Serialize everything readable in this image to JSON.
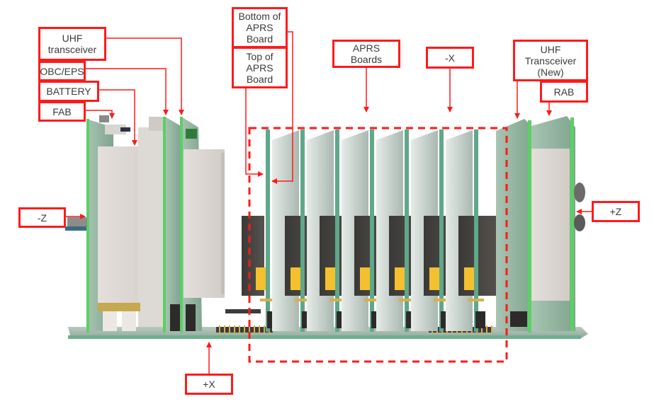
{
  "diagram": {
    "title": "",
    "colors": {
      "annotation": "#ff1a1a",
      "pcb_edge": "#5ccf66",
      "pcb_face": "#8fb59a",
      "aprs_board_edge": "#5fa88a",
      "module_case": "#dcd6d0",
      "connector_block": "#4d4a48",
      "sma_connector": "#f5c030",
      "header_pins": "#d4b04a",
      "base_board": "#6fae8f"
    },
    "labels": {
      "uhf_transceiver": "UHF\ntransceiver",
      "obc_eps": "OBC/EPS",
      "battery": "BATTERY",
      "fab": "FAB",
      "bottom_of_aprs_board": "Bottom of\nAPRS\nBoard",
      "top_of_aprs_board": "Top of\nAPRS\nBoard",
      "aprs_boards": "APRS\nBoards",
      "minus_x": "-X",
      "uhf_transceiver_new": "UHF\nTransceiver\n(New)",
      "rab": "RAB",
      "minus_z": "-Z",
      "plus_z": "+Z",
      "plus_x": "+X"
    },
    "aprs_board_count": 7,
    "highlight_region": "APRS board stack (dashed outline)"
  }
}
